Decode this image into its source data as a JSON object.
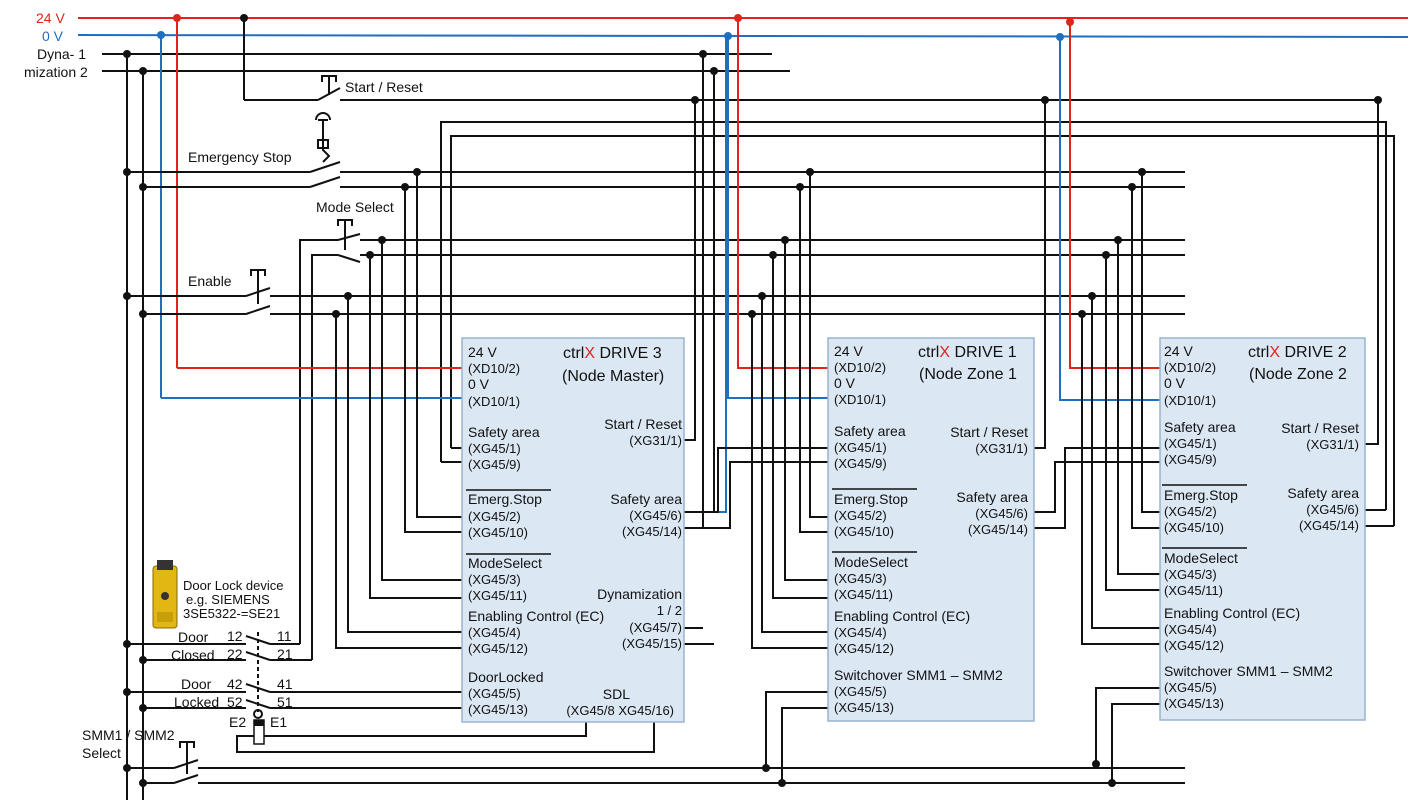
{
  "rails": {
    "v24": "24 V",
    "v0": "0 V"
  },
  "labels": {
    "dyna1": "Dyna- 1",
    "dyna2": "mization 2",
    "start_reset": "Start / Reset",
    "emergency_stop": "Emergency Stop",
    "mode_select": "Mode  Select",
    "enable": "Enable",
    "door_lock_device": "Door Lock device",
    "door_lock_eg": "e.g. SIEMENS",
    "door_lock_part": "3SE5322-=SE21",
    "door1": "Door",
    "closed": "Closed",
    "door2": "Door",
    "locked": "Locked",
    "t12": "12",
    "t11": "11",
    "t22": "22",
    "t21": "21",
    "t42": "42",
    "t41": "41",
    "t52": "52",
    "t51": "51",
    "e2": "E2",
    "e1": "E1",
    "smm1": "SMM1  /  SMM2",
    "select": "Select"
  },
  "drives": [
    {
      "brand_a": "ctrl",
      "brand_x": "X",
      "brand_b": " DRIVE 3",
      "subtitle": "(Node Master)",
      "left": [
        "24 V",
        "(XD10/2)",
        "0 V",
        "(XD10/1)",
        "Safety area",
        "(XG45/1)",
        "(XG45/9)",
        "Emerg.Stop",
        "(XG45/2)",
        "(XG45/10)",
        "ModeSelect",
        "(XG45/3)",
        "(XG45/11)",
        "Enabling Control (EC)",
        "(XG45/4)",
        "(XG45/12)",
        "DoorLocked",
        "(XG45/5)",
        "(XG45/13)"
      ],
      "right": [
        "Start / Reset",
        "(XG31/1)",
        "Safety area",
        "(XG45/6)",
        "(XG45/14)",
        "Dynamization",
        "1 / 2",
        "(XG45/7)",
        "(XG45/15)",
        "SDL",
        "(XG45/8  XG45/16)"
      ]
    },
    {
      "brand_a": "ctrl",
      "brand_x": "X",
      "brand_b": " DRIVE 1",
      "subtitle": "(Node Zone 1",
      "left": [
        "24 V",
        "(XD10/2)",
        "0 V",
        "(XD10/1)",
        "Safety area",
        "(XG45/1)",
        "(XG45/9)",
        "Emerg.Stop",
        "(XG45/2)",
        "(XG45/10)",
        "ModeSelect",
        "(XG45/3)",
        "(XG45/11)",
        "Enabling Control (EC)",
        "(XG45/4)",
        "(XG45/12)",
        "Switchover SMM1 – SMM2",
        "(XG45/5)",
        "(XG45/13)"
      ],
      "right": [
        "Start / Reset",
        "(XG31/1)",
        "Safety area",
        "(XG45/6)",
        "(XG45/14)"
      ]
    },
    {
      "brand_a": "ctrl",
      "brand_x": "X",
      "brand_b": " DRIVE 2",
      "subtitle": "(Node Zone 2",
      "left": [
        "24 V",
        "(XD10/2)",
        "0 V",
        "(XD10/1)",
        "Safety area",
        "(XG45/1)",
        "(XG45/9)",
        "Emerg.Stop",
        "(XG45/2)",
        "(XG45/10)",
        "ModeSelect",
        "(XG45/3)",
        "(XG45/11)",
        "Enabling Control (EC)",
        "(XG45/4)",
        "(XG45/12)",
        "Switchover SMM1 – SMM2",
        "(XG45/5)",
        "(XG45/13)"
      ],
      "right": [
        "Start / Reset",
        "(XG31/1)",
        "Safety area",
        "(XG45/6)",
        "(XG45/14)"
      ]
    }
  ]
}
